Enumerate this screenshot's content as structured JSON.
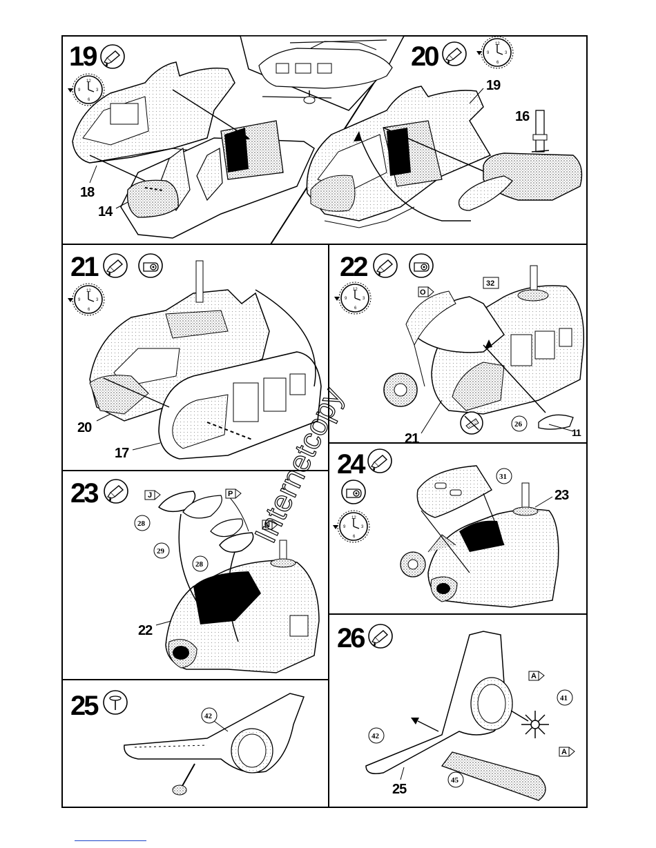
{
  "watermark": "Internetcopy",
  "steps": [
    {
      "number": "19",
      "icons": [
        "glue-tube-icon",
        "clock-icon"
      ],
      "callouts": [
        "18",
        "14"
      ]
    },
    {
      "number": "20",
      "icons": [
        "glue-tube-icon",
        "clock-icon"
      ],
      "callouts": [
        "19",
        "16"
      ]
    },
    {
      "number": "21",
      "icons": [
        "glue-tube-icon",
        "clear-glue-icon",
        "clock-icon"
      ],
      "callouts": [
        "20",
        "17"
      ]
    },
    {
      "number": "22",
      "icons": [
        "glue-tube-icon",
        "clear-glue-icon",
        "clock-icon",
        "do-not-glue-icon"
      ],
      "callouts": [
        "21",
        "11"
      ],
      "circle_parts": [
        "26"
      ],
      "square_parts": [
        "32"
      ],
      "color_codes": [
        "O"
      ]
    },
    {
      "number": "23",
      "icons": [
        "glue-tube-icon"
      ],
      "callouts": [
        "22"
      ],
      "circle_parts": [
        "28",
        "29",
        "28"
      ],
      "color_codes": [
        "J",
        "P",
        "N"
      ]
    },
    {
      "number": "24",
      "icons": [
        "glue-tube-icon",
        "clear-glue-icon",
        "clock-icon"
      ],
      "callouts": [
        "23"
      ],
      "circle_parts": [
        "31"
      ]
    },
    {
      "number": "25",
      "icons": [
        "pin-icon"
      ],
      "circle_parts": [
        "42"
      ]
    },
    {
      "number": "26",
      "icons": [
        "glue-tube-icon"
      ],
      "callouts": [
        "25"
      ],
      "circle_parts": [
        "42",
        "41",
        "45"
      ],
      "color_codes": [
        "A",
        "A"
      ]
    }
  ]
}
